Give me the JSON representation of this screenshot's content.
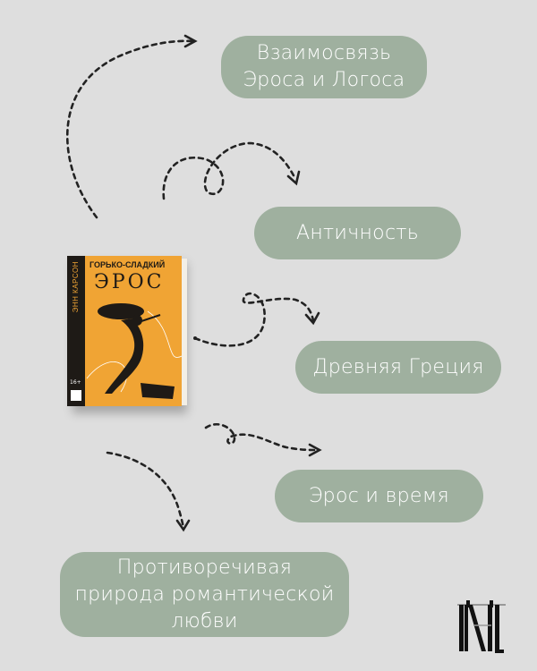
{
  "book": {
    "author": "ЭНН КАРСОН",
    "title_line1": "ГОРЬКО-СЛАДКИЙ",
    "title_line2": "ЭРОС",
    "age_rating": "16+",
    "cover_color": "#f0a434"
  },
  "topics": [
    {
      "lines": [
        "Взаимосвязь",
        "Эроса и Логоса"
      ]
    },
    {
      "lines": [
        "Античность"
      ]
    },
    {
      "lines": [
        "Древняя Греция"
      ]
    },
    {
      "lines": [
        "Эрос и время"
      ]
    },
    {
      "lines": [
        "Противоречивая",
        "природа романтической",
        "любви"
      ]
    }
  ],
  "colors": {
    "background": "#dedede",
    "pill": "#9fb09f",
    "pill_text": "#ffffff"
  },
  "publisher_logo": "publisher-logo"
}
